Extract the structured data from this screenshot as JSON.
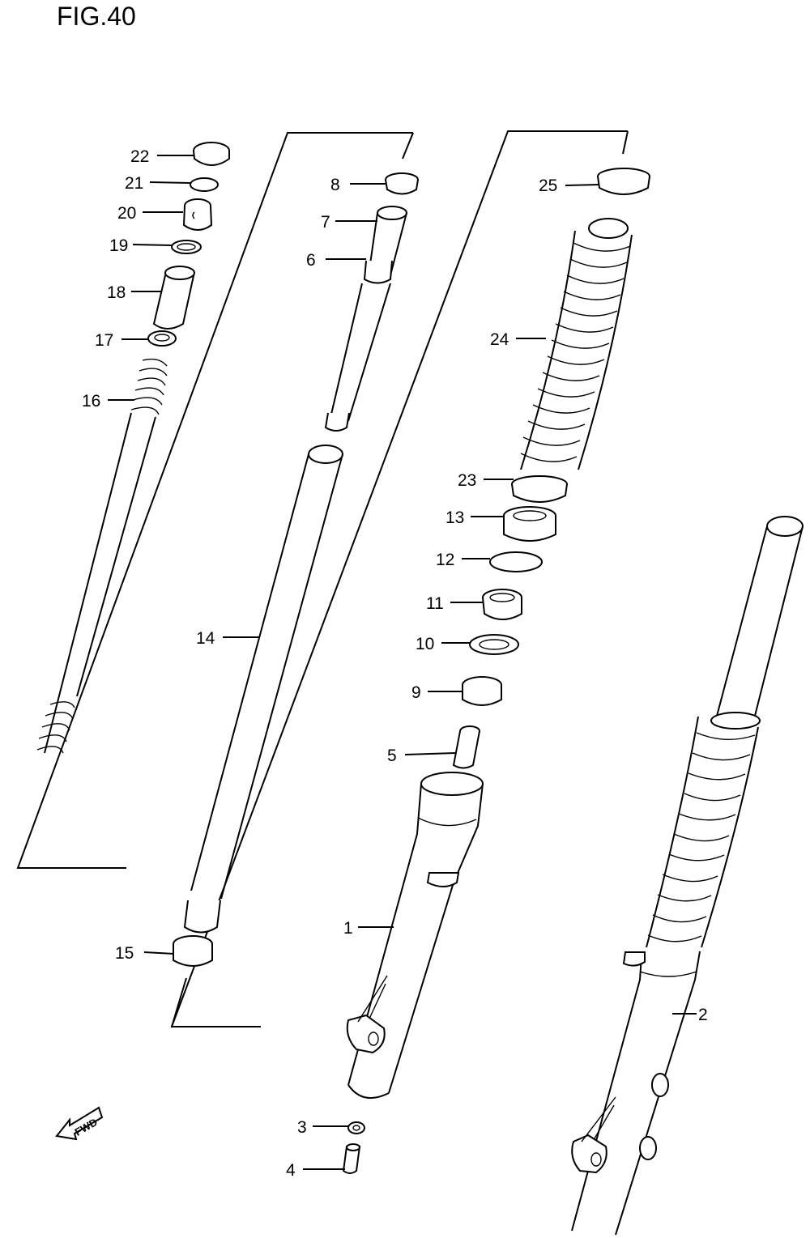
{
  "title": "FIG.40",
  "fwd_label": "FWD",
  "callouts": [
    {
      "id": "1",
      "text": "1"
    },
    {
      "id": "2",
      "text": "2"
    },
    {
      "id": "3",
      "text": "3"
    },
    {
      "id": "4",
      "text": "4"
    },
    {
      "id": "5",
      "text": "5"
    },
    {
      "id": "6",
      "text": "6"
    },
    {
      "id": "7",
      "text": "7"
    },
    {
      "id": "8",
      "text": "8"
    },
    {
      "id": "9",
      "text": "9"
    },
    {
      "id": "10",
      "text": "10"
    },
    {
      "id": "11",
      "text": "11"
    },
    {
      "id": "12",
      "text": "12"
    },
    {
      "id": "13",
      "text": "13"
    },
    {
      "id": "14",
      "text": "14"
    },
    {
      "id": "15",
      "text": "15"
    },
    {
      "id": "16",
      "text": "16"
    },
    {
      "id": "17",
      "text": "17"
    },
    {
      "id": "18",
      "text": "18"
    },
    {
      "id": "19",
      "text": "19"
    },
    {
      "id": "20",
      "text": "20"
    },
    {
      "id": "21",
      "text": "21"
    },
    {
      "id": "22",
      "text": "22"
    },
    {
      "id": "23",
      "text": "23"
    },
    {
      "id": "24",
      "text": "24"
    },
    {
      "id": "25",
      "text": "25"
    }
  ]
}
